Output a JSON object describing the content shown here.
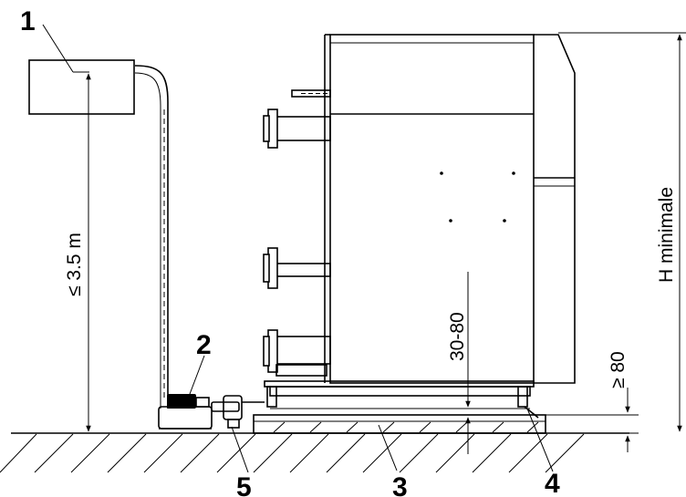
{
  "labels": {
    "callout_1": "1",
    "callout_2": "2",
    "callout_3": "3",
    "callout_4": "4",
    "callout_5": "5"
  },
  "dimensions": {
    "max_lift_height": "≤ 3.5 m",
    "min_height": "H minimale",
    "base_gap": "30-80",
    "base_height": "≥ 80"
  }
}
